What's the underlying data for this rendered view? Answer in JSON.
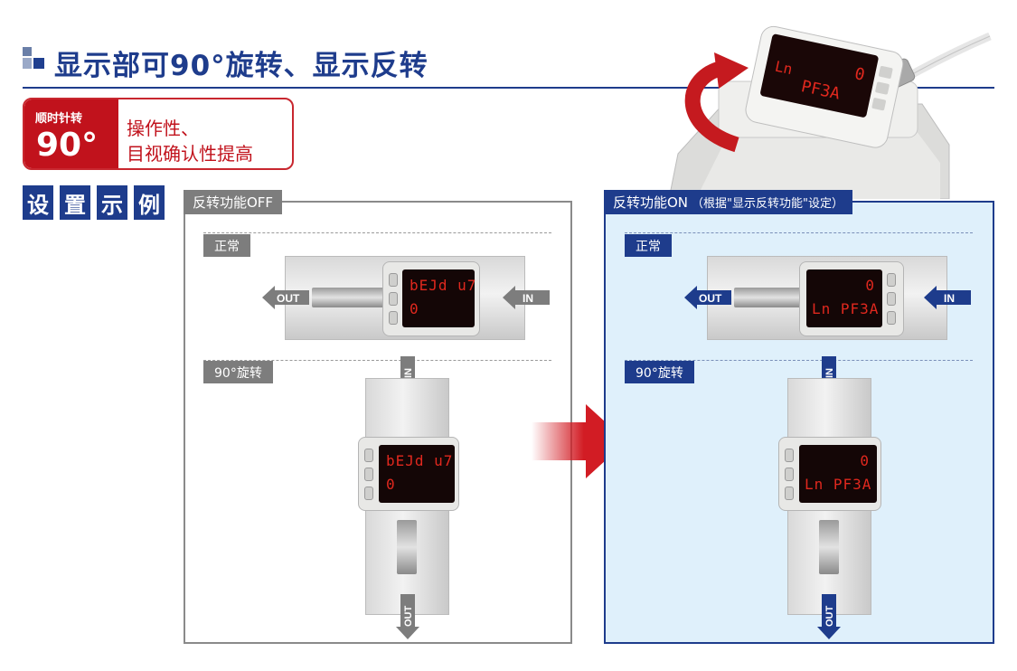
{
  "header": {
    "title": "显示部可90°旋转、显示反转"
  },
  "badge": {
    "small": "顺时针转",
    "big": "90°",
    "line1": "操作性、",
    "line2": "目视确认性提高"
  },
  "setup_tiles": [
    "设",
    "置",
    "示",
    "例"
  ],
  "panel_off": {
    "tab": "反转功能OFF",
    "normal_label": "正常",
    "rotated_label": "90°旋转",
    "display_top": "bEJd  u7",
    "display_bottom": "0",
    "arrow_out": "OUT",
    "arrow_in": "IN"
  },
  "panel_on": {
    "tab": "反转功能ON",
    "tab_sub": "（根据\"显示反转功能\"设定）",
    "normal_label": "正常",
    "rotated_label": "90°旋转",
    "display_top": "0",
    "display_bottom": "Ln  PF3A",
    "arrow_out": "OUT",
    "arrow_in": "IN"
  },
  "hero_device": {
    "display_left": "Ln",
    "display_code": "PF3A",
    "display_value": "0"
  },
  "colors": {
    "navy": "#1e3c8c",
    "red": "#c1121c",
    "gray": "#7d7d7d",
    "light_blue": "#dff0fb"
  }
}
